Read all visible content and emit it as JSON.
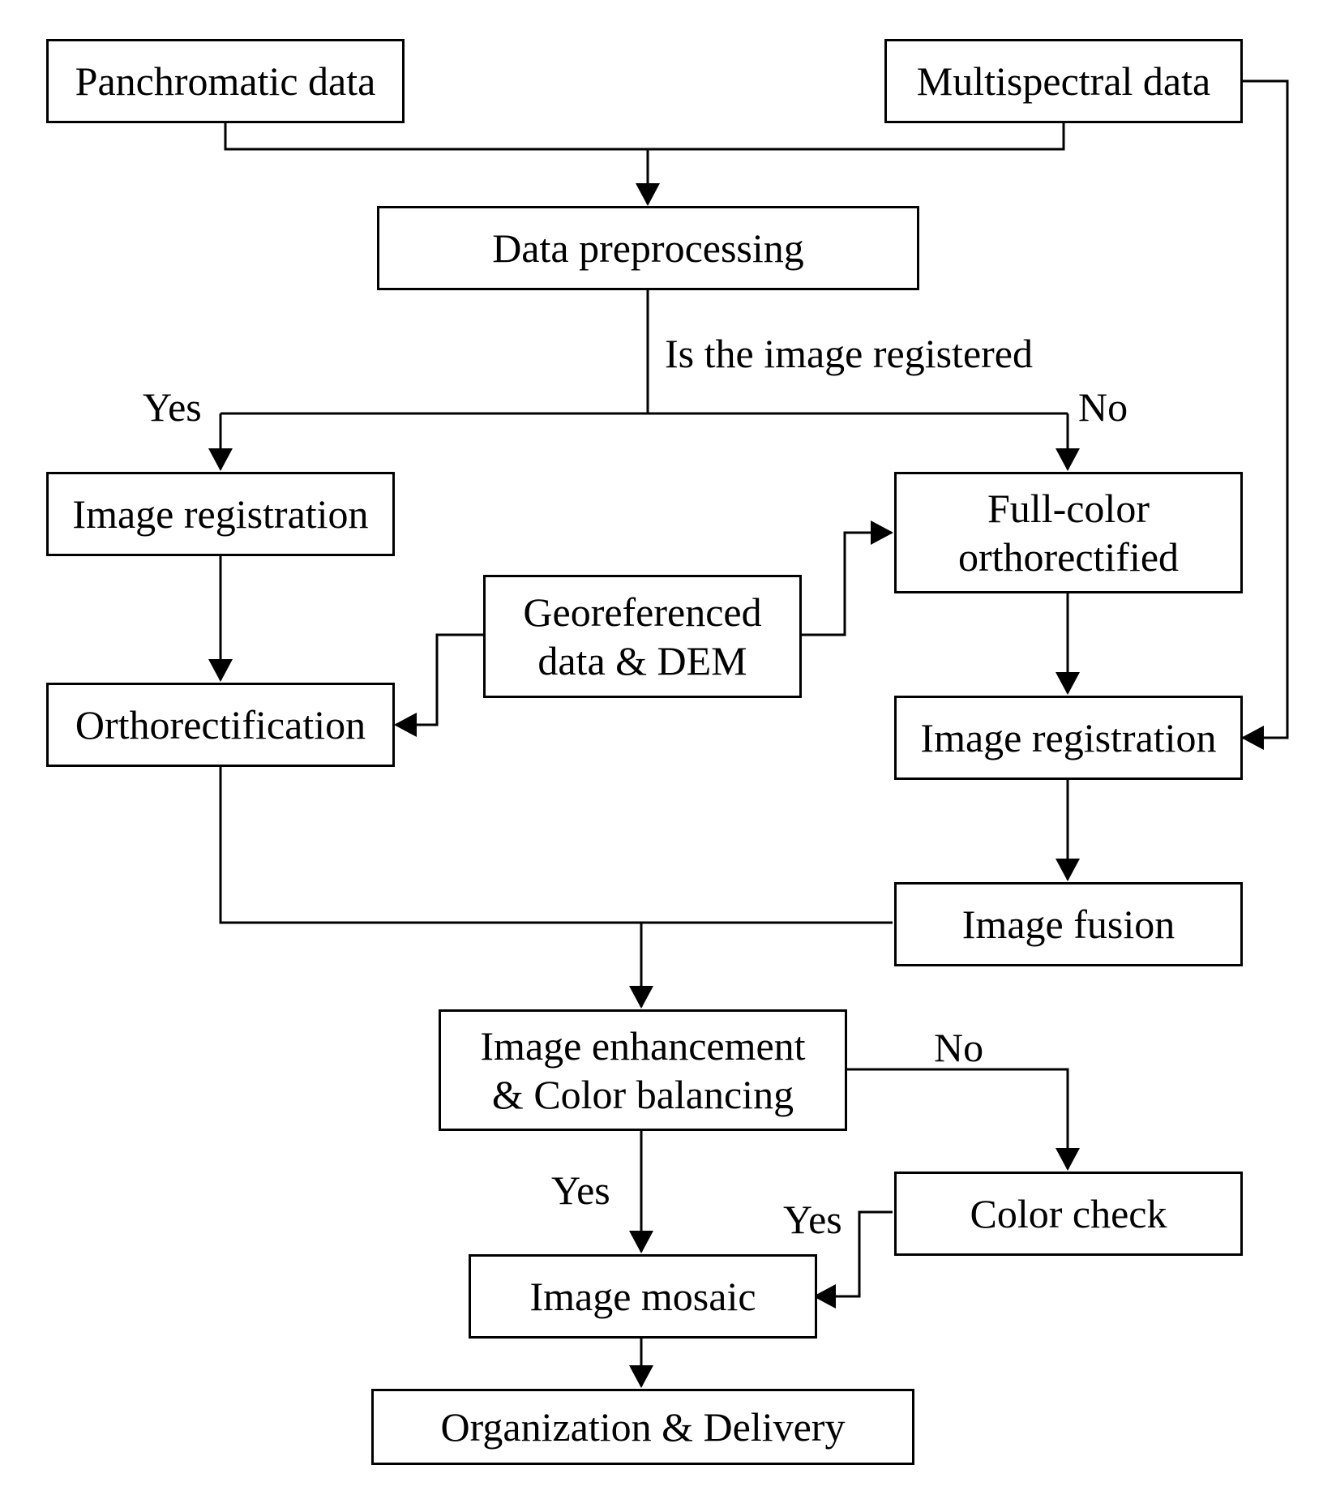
{
  "nodes": {
    "panchromatic": "Panchromatic data",
    "multispectral": "Multispectral data",
    "preprocessing": "Data preprocessing",
    "registration_left": "Image registration",
    "full_color_line1": "Full-color",
    "full_color_line2": "orthorectified",
    "georef_line1": "Georeferenced",
    "georef_line2": "data & DEM",
    "orthorectification": "Orthorectification",
    "registration_right": "Image registration",
    "fusion": "Image fusion",
    "enhancement_line1": "Image enhancement",
    "enhancement_line2": "& Color balancing",
    "color_check": "Color check",
    "mosaic": "Image mosaic",
    "delivery": "Organization & Delivery"
  },
  "labels": {
    "question": "Is the image registered",
    "yes_registered": "Yes",
    "no_registered": "No",
    "no_color": "No",
    "yes_enhancement": "Yes",
    "yes_color_check": "Yes"
  },
  "colors": {
    "line": "#000000",
    "background": "#ffffff"
  }
}
